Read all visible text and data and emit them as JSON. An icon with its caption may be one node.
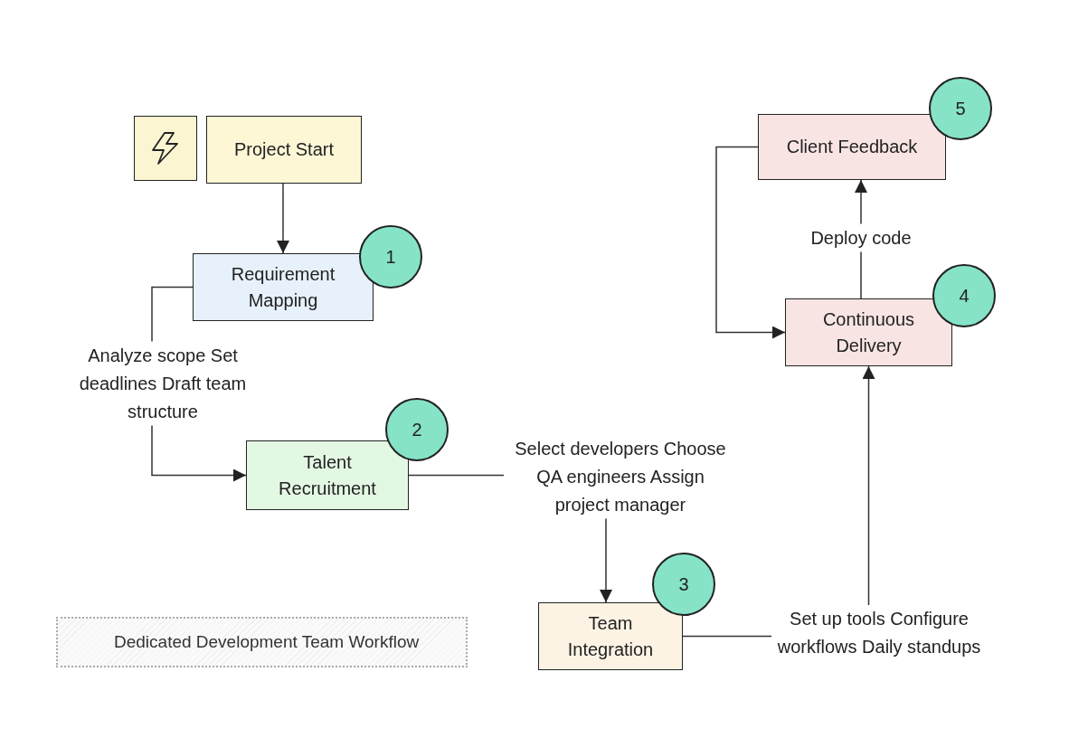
{
  "diagram": {
    "title": "Dedicated Development Team Workflow",
    "nodes": [
      {
        "text": [],
        "shape": "box"
      },
      {
        "text": [
          "Project Start"
        ]
      },
      {
        "text": [
          "Requirement Mapping"
        ]
      },
      {
        "text": [
          "1"
        ]
      },
      {
        "text": [
          "Talent Recruitment"
        ]
      },
      {
        "text": [
          "2"
        ]
      },
      {
        "text": [
          "Team Integration"
        ]
      },
      {
        "text": [
          "3"
        ]
      },
      {
        "text": [
          "Continuous Delivery"
        ]
      },
      {
        "text": [
          "4"
        ]
      },
      {
        "text": [
          "Client Feedback"
        ]
      },
      {
        "text": [
          "5"
        ]
      }
    ],
    "edges": [
      {
        "from": 1,
        "to": 2,
        "arrow": "to"
      },
      {
        "from": 2,
        "to": 4,
        "arrow": "to",
        "label": "Analyze scope Set deadlines Draft team structure"
      },
      {
        "from": 4,
        "to": 6,
        "arrow": "to",
        "label": "Select developers Choose QA engineers Assign project manager"
      },
      {
        "from": 6,
        "to": 8,
        "arrow": "to",
        "label": "Set up tools Configure workflows Daily standups"
      },
      {
        "from": 8,
        "to": 10,
        "arrow": "to",
        "label": "Deploy code"
      },
      {
        "from": 10,
        "to": 8,
        "arrow": "to"
      }
    ]
  }
}
